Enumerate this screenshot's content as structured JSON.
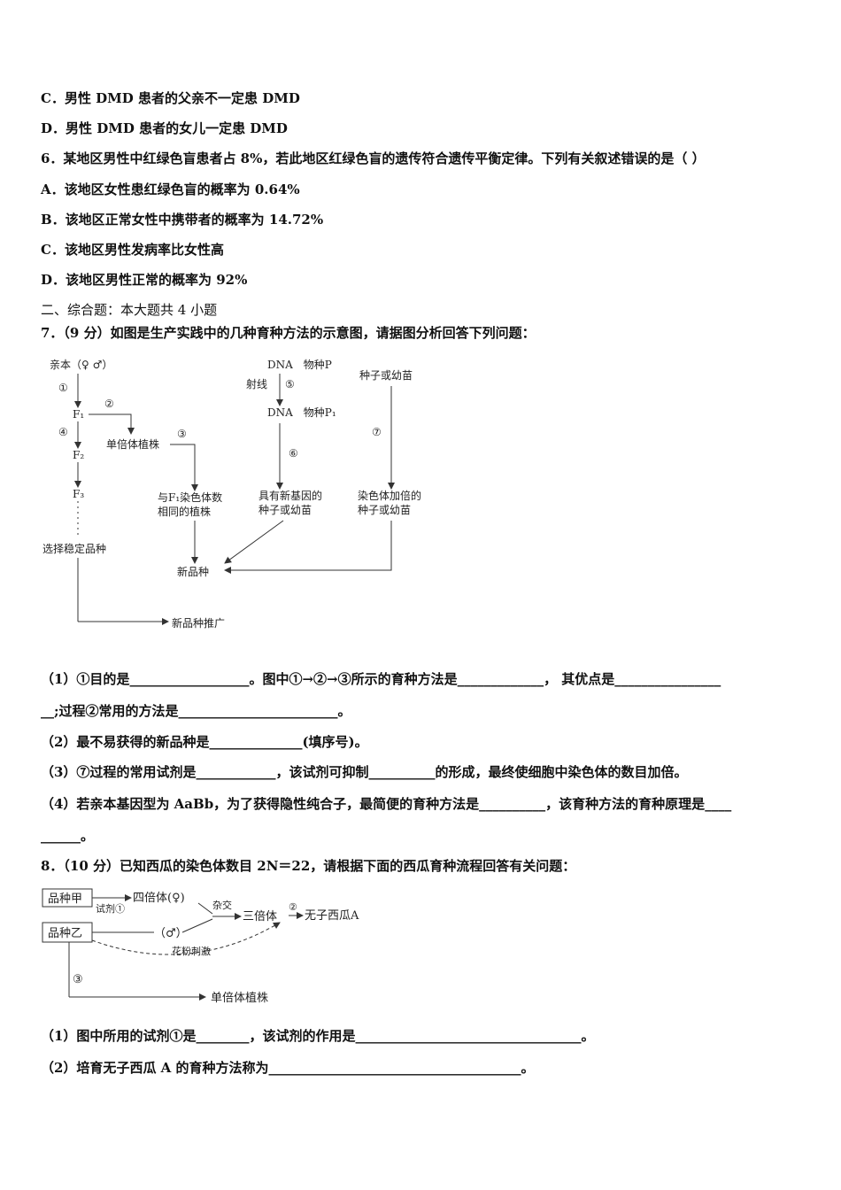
{
  "q5": {
    "option_c": "C．男性 DMD 患者的父亲不一定患 DMD",
    "option_d": "D．男性 DMD 患者的女儿一定患 DMD"
  },
  "q6": {
    "stem": "6．某地区男性中红绿色盲患者占 8%，若此地区红绿色盲的遗传符合遗传平衡定律。下列有关叙述错误的是（    ）",
    "options": [
      "A．该地区女性患红绿色盲的概率为 0.64%",
      "B．该地区正常女性中携带者的概率为 14.72%",
      "C．该地区男性发病率比女性高",
      "D．该地区男性正常的概率为 92%"
    ]
  },
  "section2": {
    "heading": "二、综合题：本大题共 4 小题"
  },
  "q7": {
    "stem": "7．（9 分）如图是生产实践中的几种育种方法的示意图，请据图分析回答下列问题：",
    "figure": {
      "parents": "亲本（♀ ♂）",
      "c1": "①",
      "c2": "②",
      "c3": "③",
      "c4": "④",
      "c5": "⑤",
      "c6": "⑥",
      "c7": "⑦",
      "f1": "F₁",
      "f2": "F₂",
      "f3": "F₃",
      "select_stable": "选择稳定品种",
      "haploid": "单倍体植株",
      "same_as_f1_1": "与F₁染色体数",
      "same_as_f1_2": "相同的植株",
      "new_variety": "新品种",
      "promotion": "新品种推广",
      "dna_p": "DNA　物种P",
      "ray": "射线",
      "dna_p1": "DNA　物种P₁",
      "new_gene_1": "具有新基因的",
      "new_gene_2": "种子或幼苗",
      "seed": "种子或幼苗",
      "doubled_1": "染色体加倍的",
      "doubled_2": "种子或幼苗"
    },
    "q1_line1": "（1）①目的是__________________。图中①→②→③所示的育种方法是_____________，  其优点是________________",
    "q1_line2": "__;过程②常用的方法是________________________。",
    "q2": "（2）最不易获得的新品种是______________(填序号)。",
    "q3": "（3）⑦过程的常用试剂是____________，该试剂可抑制__________的形成，最终使细胞中染色体的数目加倍。",
    "q4_line1": "（4）若亲本基因型为 AaBb，为了获得隐性纯合子，最简便的育种方法是__________，该育种方法的育种原理是____",
    "q4_line2": "______。"
  },
  "q8": {
    "stem": "8．（10 分）已知西瓜的染色体数目 2N＝22，请根据下面的西瓜育种流程回答有关问题：",
    "figure": {
      "variety_a": "品种甲",
      "variety_b": "品种乙",
      "reagent": "试剂①",
      "tetraploid": "四倍体(♀)",
      "male": "（♂）",
      "cross": "杂交",
      "triploid": "三倍体",
      "c2": "②",
      "seedless": "无子西瓜A",
      "pollen": "花粉刺激",
      "c3": "③",
      "haploid": "单倍体植株"
    },
    "q1": "（1）图中所用的试剂①是________，该试剂的作用是__________________________________。",
    "q2": "（2）培育无子西瓜 A 的育种方法称为______________________________________。"
  }
}
